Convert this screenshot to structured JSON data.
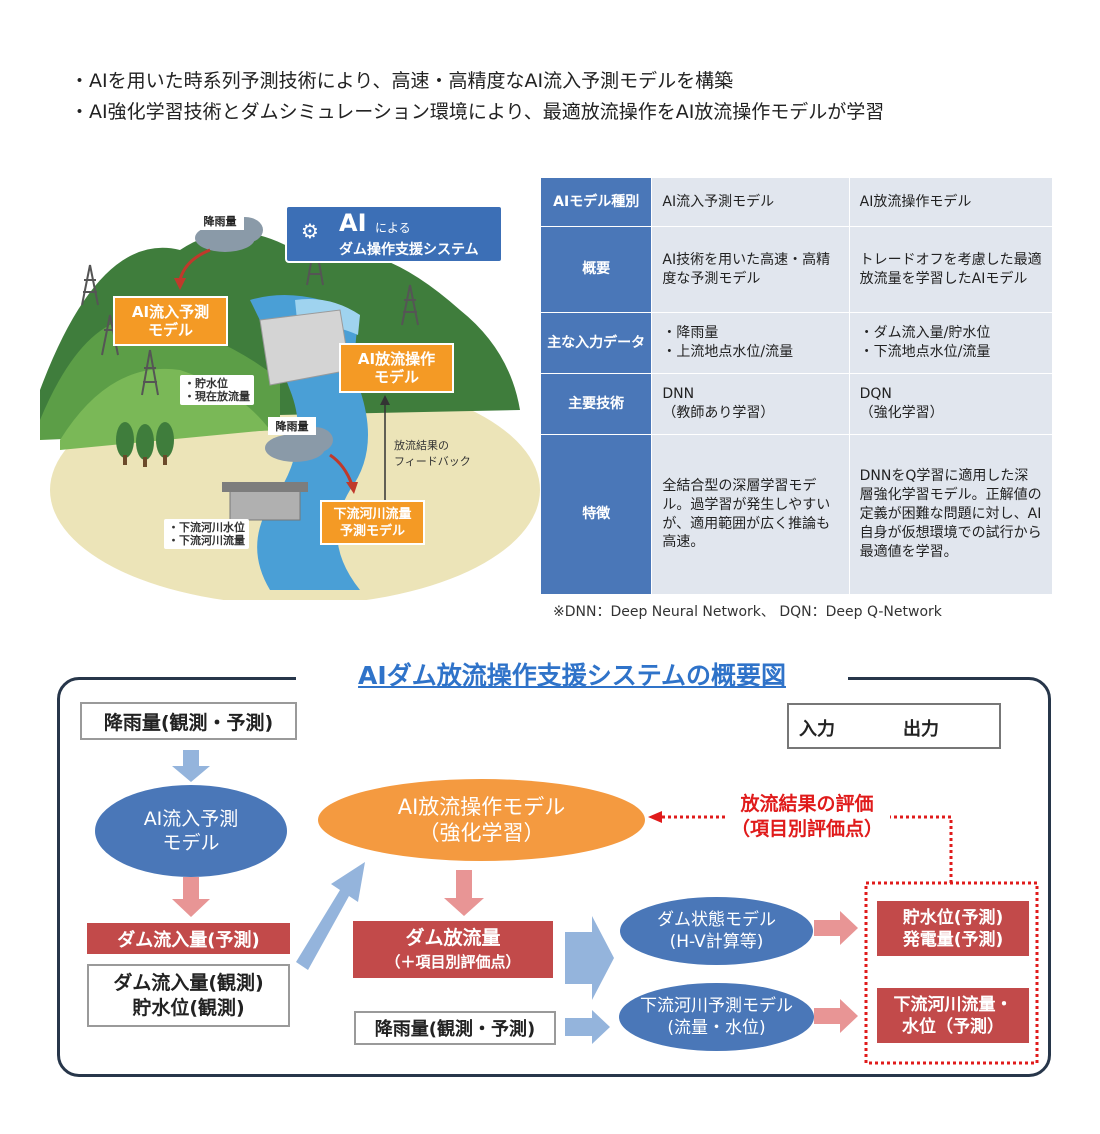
{
  "bullets": [
    "・AIを用いた時系列予測技術により、高速・高精度なAI流入予測モデルを構築",
    "・AI強化学習技術とダムシミュレーション環境により、最適放流操作をAI放流操作モデルが学習"
  ],
  "illustration": {
    "ai_system_big": "AI",
    "ai_system_small": "による",
    "ai_system_sub": "ダム操作支援システム",
    "rain_top": "降雨量",
    "rain_bottom": "降雨量",
    "inflow_model_1": "AI流入予測",
    "inflow_model_2": "モデル",
    "discharge_model_1": "AI放流操作",
    "discharge_model_2": "モデル",
    "dam_tag_1": "・貯水位",
    "dam_tag_2": "・現在放流量",
    "feedback_1": "放流結果の",
    "feedback_2": "フィードバック",
    "river_tag_1": "・下流河川水位",
    "river_tag_2": "・下流河川流量",
    "river_model_1": "下流河川流量",
    "river_model_2": "予測モデル"
  },
  "table": {
    "header_corner": "AIモデル種別",
    "col1": "AI流入予測モデル",
    "col2": "AI放流操作モデル",
    "rows": [
      {
        "label": "概要",
        "c1": "AI技術を用いた高速・高精度な予測モデル",
        "c2": "トレードオフを考慮した最適放流量を学習したAIモデル"
      },
      {
        "label": "主な入力データ",
        "c1": "・降雨量\n・上流地点水位/流量",
        "c2": "・ダム流入量/貯水位\n・下流地点水位/流量"
      },
      {
        "label": "主要技術",
        "c1": "DNN\n（教師あり学習）",
        "c2": "DQN\n（強化学習）"
      },
      {
        "label": "特徴",
        "c1": "全結合型の深層学習モデル。過学習が発生しやすいが、適用範囲が広く推論も高速。",
        "c2": "DNNをQ学習に適用した深層強化学習モデル。正解値の定義が困難な問題に対し、AI自身が仮想環境での試行から最適値を学習。"
      }
    ],
    "note": "※DNN：Deep Neural Network、 DQN：Deep Q-Network"
  },
  "diagram": {
    "title": "AIダム放流操作支援システムの概要図",
    "legend_input": "入力",
    "legend_output": "出力",
    "rain_obs_pred": "降雨量(観測・予測)",
    "inflow_model_1": "AI流入予測",
    "inflow_model_2": "モデル",
    "dam_inflow_pred": "ダム流入量(予測)",
    "dam_inflow_obs_1": "ダム流入量(観測)",
    "dam_inflow_obs_2": "貯水位(観測)",
    "discharge_model_1": "AI放流操作モデル",
    "discharge_model_2": "（強化学習）",
    "eval_1": "放流結果の評価",
    "eval_2": "（項目別評価点）",
    "dam_discharge_1": "ダム放流量",
    "dam_discharge_2": "（＋項目別評価点）",
    "rain_obs_pred_2": "降雨量(観測・予測)",
    "dam_state_1": "ダム状態モデル",
    "dam_state_2": "(H-V計算等)",
    "river_pred_1": "下流河川予測モデル",
    "river_pred_2": "(流量・水位)",
    "out_storage_1": "貯水位(予測)",
    "out_storage_2": "発電量(予測)",
    "out_river_1": "下流河川流量・",
    "out_river_2": "水位（予測）"
  }
}
